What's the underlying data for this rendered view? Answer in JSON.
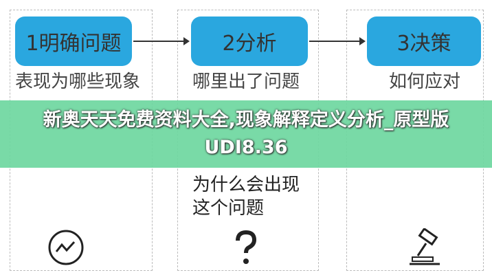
{
  "steps": [
    {
      "label": "1明确问题",
      "subtitle": "表现为哪些现象"
    },
    {
      "label": "2分析",
      "subtitle": "哪里出了问题",
      "detail": [
        "为什么会出现",
        "这个问题"
      ]
    },
    {
      "label": "3决策",
      "subtitle": "如何应对"
    }
  ],
  "icons": [
    "chart-trend-icon",
    "question-icon",
    "gavel-icon"
  ],
  "overlay": {
    "title": "新奥天天免费资料大全,现象解释定义分析_原型版UDI8.36"
  },
  "colors": {
    "box": "#2aa7df",
    "banner": "#6ed7a0"
  }
}
